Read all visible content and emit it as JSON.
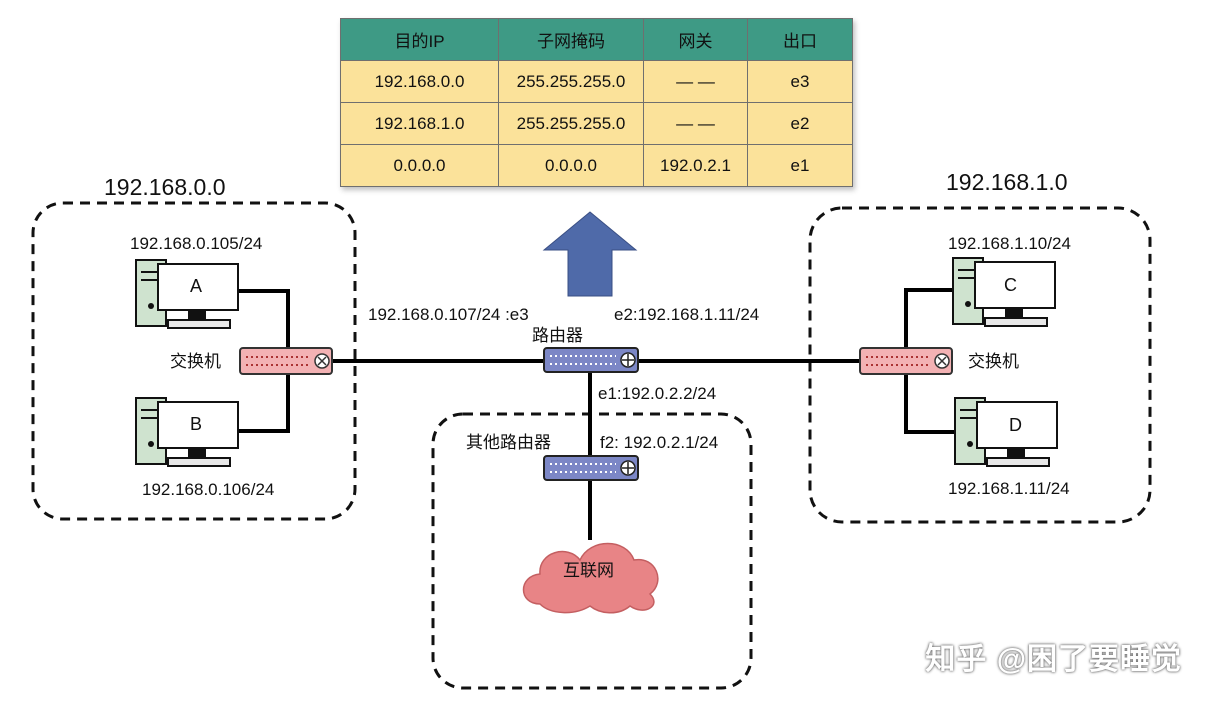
{
  "routing_table": {
    "headers": [
      "目的IP",
      "子网掩码",
      "网关",
      "出口"
    ],
    "rows": [
      [
        "192.168.0.0",
        "255.255.255.0",
        "— —",
        "e3"
      ],
      [
        "192.168.1.0",
        "255.255.255.0",
        "— —",
        "e2"
      ],
      [
        "0.0.0.0",
        "0.0.0.0",
        "192.0.2.1",
        "e1"
      ]
    ]
  },
  "left_network": {
    "title": "192.168.0.0",
    "pc_a": {
      "letter": "A",
      "ip": "192.168.0.105/24"
    },
    "pc_b": {
      "letter": "B",
      "ip": "192.168.0.106/24"
    },
    "switch_label": "交换机"
  },
  "right_network": {
    "title": "192.168.1.0",
    "pc_c": {
      "letter": "C",
      "ip": "192.168.1.10/24"
    },
    "pc_d": {
      "letter": "D",
      "ip": "192.168.1.11/24"
    },
    "switch_label": "交换机"
  },
  "router": {
    "label": "路由器",
    "port_e3": "192.168.0.107/24 :e3",
    "port_e2": "e2:192.168.1.11/24",
    "port_e1": "e1:192.0.2.2/24"
  },
  "other_router": {
    "label": "其他路由器",
    "port_f2": "f2: 192.0.2.1/24"
  },
  "internet": {
    "label": "互联网"
  },
  "watermark": "知乎 @困了要睡觉",
  "colors": {
    "table_header": "#3e9a85",
    "table_cell": "#fbe29a",
    "arrow": "#4f6aa9",
    "switch": "#f3b2b4",
    "router": "#7c87c6",
    "cloud": "#e88486",
    "pc_screen": "#ffffff",
    "pc_case": "#cfe3cf"
  }
}
